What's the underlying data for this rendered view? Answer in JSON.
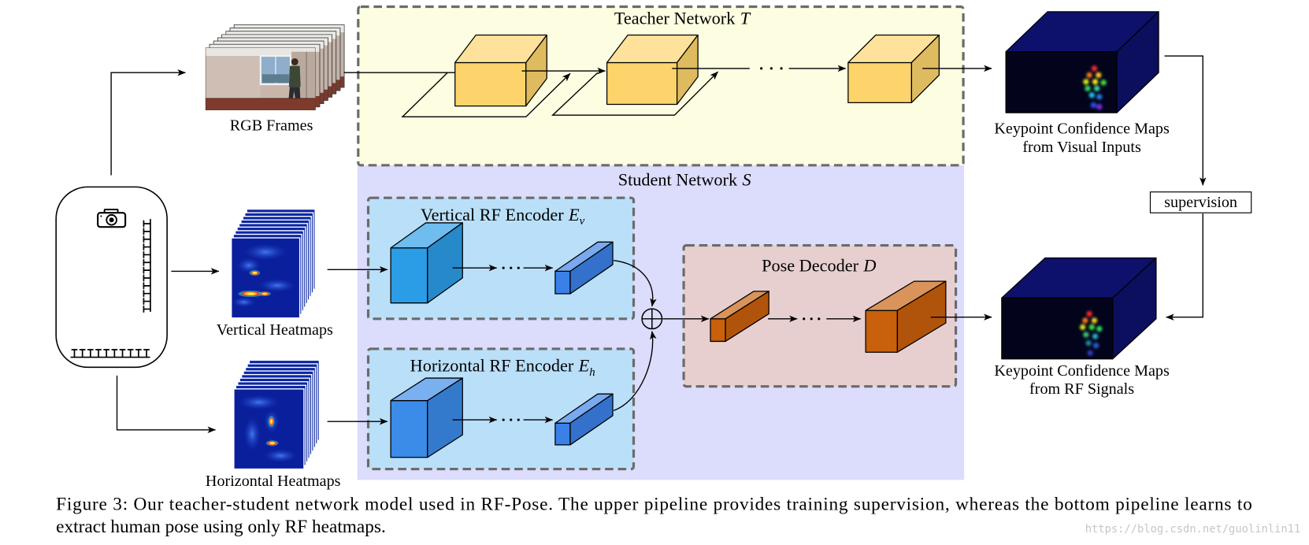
{
  "figure": {
    "teacher": {
      "label": "Teacher Network",
      "symbol": "T"
    },
    "student": {
      "label": "Student Network",
      "symbol": "S"
    },
    "vertical_encoder": {
      "label": "Vertical RF Encoder",
      "symbol": "E",
      "subscript": "v"
    },
    "horizontal_encoder": {
      "label": "Horizontal RF Encoder",
      "symbol": "E",
      "subscript": "h"
    },
    "pose_decoder": {
      "label": "Pose Decoder",
      "symbol": "D"
    },
    "inputs": {
      "rgb": "RGB Frames",
      "vertical": "Vertical Heatmaps",
      "horizontal": "Horizontal Heatmaps"
    },
    "outputs": {
      "visual": [
        "Keypoint Confidence Maps",
        "from Visual Inputs"
      ],
      "rf": [
        "Keypoint Confidence Maps",
        "from RF Signals"
      ]
    },
    "supervision": "supervision"
  },
  "caption": {
    "lines": [
      "Figure 3:  Our teacher-student network model used in RF-Pose.  The upper pipeline provides training supervision, whereas the bottom pipeline learns to",
      "extract human pose using only RF heatmaps."
    ]
  },
  "watermark": "https://blog.csdn.net/guolinlin11",
  "colors": {
    "teacher_background": "#fdfde1",
    "student_background": "#dcdcfc",
    "encoder_background": "#badff9",
    "decoder_background": "#e8cfcf",
    "teacher_block": "#fdd46c",
    "vertical_block": "#2b9de6",
    "vertical_small_block": "#3a80e6",
    "horizontal_block": "#3b8be8",
    "horizontal_small_block": "#3a80e6",
    "decoder_block": "#c8600c",
    "keypoint_block": "#0d116c"
  }
}
